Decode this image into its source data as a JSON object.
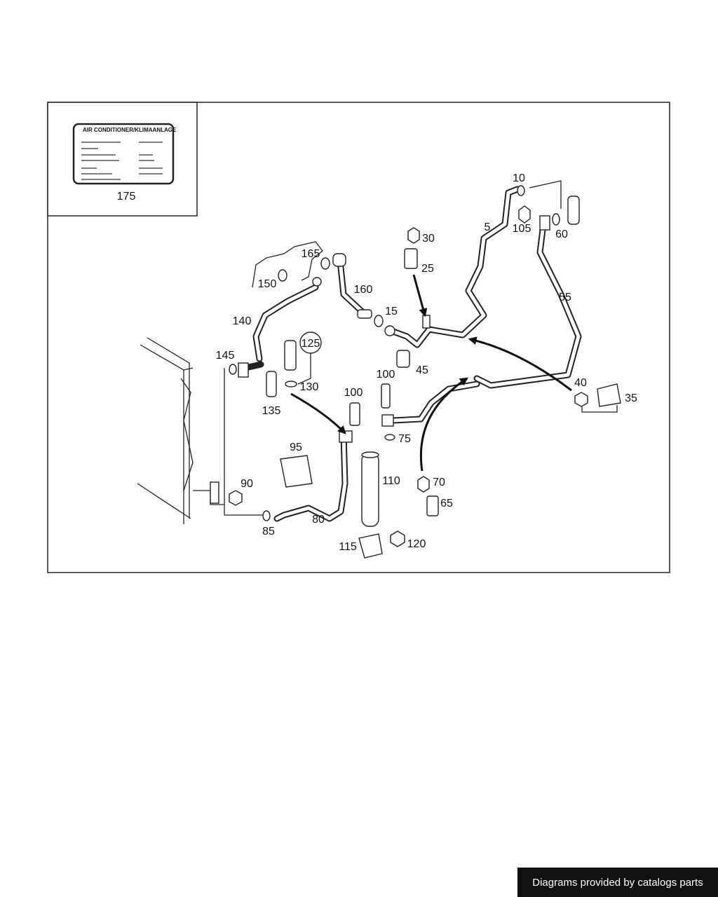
{
  "label_card": {
    "title": "AIR CONDITIONER/KLIMAANLAGE",
    "part_no": "175"
  },
  "callouts": {
    "c5": "5",
    "c10": "10",
    "c15": "15",
    "c25": "25",
    "c30": "30",
    "c35": "35",
    "c40": "40",
    "c45": "45",
    "c55": "55",
    "c60": "60",
    "c65": "65",
    "c70": "70",
    "c75": "75",
    "c80": "80",
    "c85": "85",
    "c90": "90",
    "c95": "95",
    "c100a": "100",
    "c100b": "100",
    "c105": "105",
    "c110": "110",
    "c115": "115",
    "c120": "120",
    "c125": "125",
    "c130": "130",
    "c135": "135",
    "c140": "140",
    "c145": "145",
    "c150": "150",
    "c160": "160",
    "c165": "165"
  },
  "footer": {
    "text": "Diagrams provided by catalogs parts"
  }
}
